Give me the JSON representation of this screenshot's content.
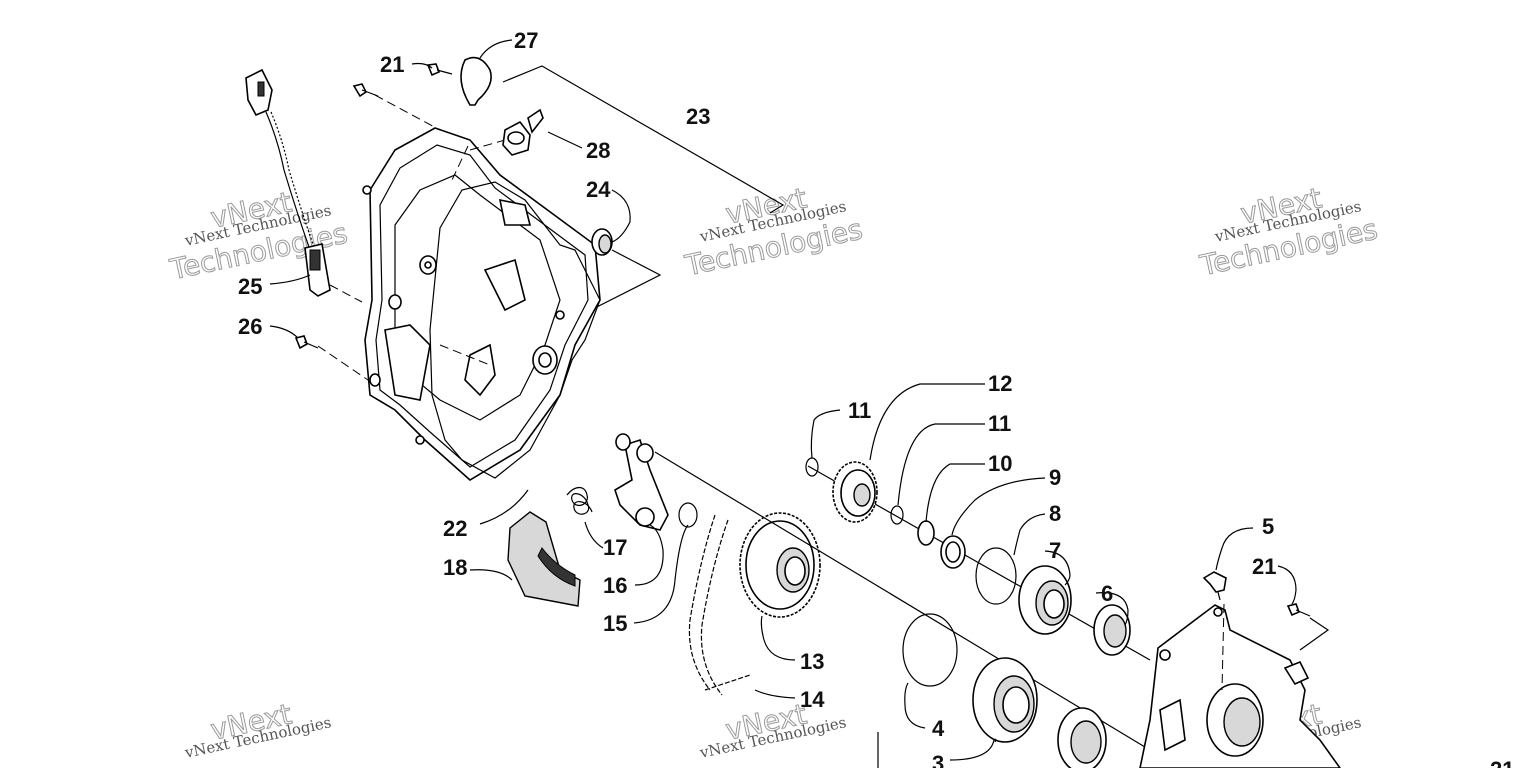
{
  "callouts": [
    {
      "id": "c21a",
      "text": "21"
    },
    {
      "id": "c27",
      "text": "27"
    },
    {
      "id": "c23",
      "text": "23"
    },
    {
      "id": "c28",
      "text": "28"
    },
    {
      "id": "c24",
      "text": "24"
    },
    {
      "id": "c25",
      "text": "25"
    },
    {
      "id": "c26",
      "text": "26"
    },
    {
      "id": "c22",
      "text": "22"
    },
    {
      "id": "c18",
      "text": "18"
    },
    {
      "id": "c17",
      "text": "17"
    },
    {
      "id": "c16",
      "text": "16"
    },
    {
      "id": "c15",
      "text": "15"
    },
    {
      "id": "c11a",
      "text": "11"
    },
    {
      "id": "c12",
      "text": "12"
    },
    {
      "id": "c11b",
      "text": "11"
    },
    {
      "id": "c10",
      "text": "10"
    },
    {
      "id": "c9",
      "text": "9"
    },
    {
      "id": "c8",
      "text": "8"
    },
    {
      "id": "c7",
      "text": "7"
    },
    {
      "id": "c6",
      "text": "6"
    },
    {
      "id": "c5",
      "text": "5"
    },
    {
      "id": "c21b",
      "text": "21"
    },
    {
      "id": "c13",
      "text": "13"
    },
    {
      "id": "c14",
      "text": "14"
    },
    {
      "id": "c4",
      "text": "4"
    },
    {
      "id": "c3",
      "text": "3"
    },
    {
      "id": "c21c",
      "text": "21"
    }
  ],
  "watermark": {
    "line1": "vNext",
    "line2": "vNext Technologies",
    "line3": "Technologies"
  }
}
